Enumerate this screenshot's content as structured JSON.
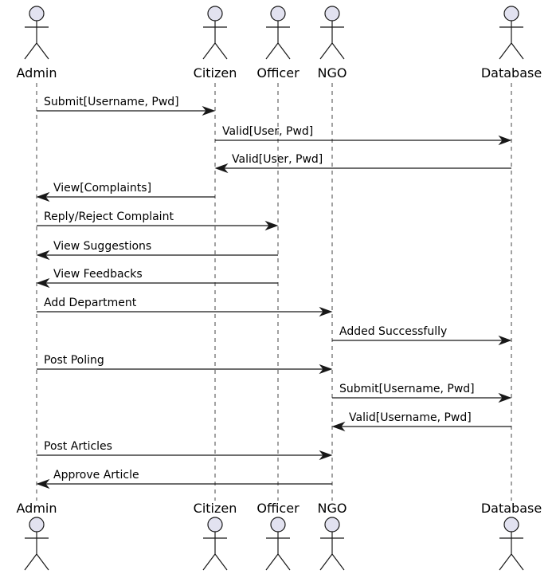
{
  "colors": {
    "actor_fill": "#e2e2f0",
    "actor_stroke": "#181818",
    "lifeline": "#181818",
    "arrow": "#181818",
    "text": "#000000"
  },
  "icon": "stick-figure-actor-icon",
  "participants": [
    {
      "id": "admin",
      "label": "Admin"
    },
    {
      "id": "citizen",
      "label": "Citizen"
    },
    {
      "id": "officer",
      "label": "Officer"
    },
    {
      "id": "ngo",
      "label": "NGO"
    },
    {
      "id": "database",
      "label": "Database"
    }
  ],
  "messages": [
    {
      "from": "admin",
      "to": "citizen",
      "label": "Submit[Username, Pwd]"
    },
    {
      "from": "citizen",
      "to": "database",
      "label": "Valid[User, Pwd]"
    },
    {
      "from": "database",
      "to": "citizen",
      "label": "Valid[User, Pwd]"
    },
    {
      "from": "citizen",
      "to": "admin",
      "label": "View[Complaints]"
    },
    {
      "from": "admin",
      "to": "officer",
      "label": "Reply/Reject Complaint"
    },
    {
      "from": "officer",
      "to": "admin",
      "label": "View Suggestions"
    },
    {
      "from": "officer",
      "to": "admin",
      "label": "View Feedbacks"
    },
    {
      "from": "admin",
      "to": "ngo",
      "label": "Add Department"
    },
    {
      "from": "ngo",
      "to": "database",
      "label": "Added Successfully"
    },
    {
      "from": "admin",
      "to": "ngo",
      "label": "Post Poling"
    },
    {
      "from": "ngo",
      "to": "database",
      "label": "Submit[Username, Pwd]"
    },
    {
      "from": "database",
      "to": "ngo",
      "label": "Valid[Username, Pwd]"
    },
    {
      "from": "admin",
      "to": "ngo",
      "label": "Post Articles"
    },
    {
      "from": "ngo",
      "to": "admin",
      "label": "Approve Article"
    }
  ]
}
